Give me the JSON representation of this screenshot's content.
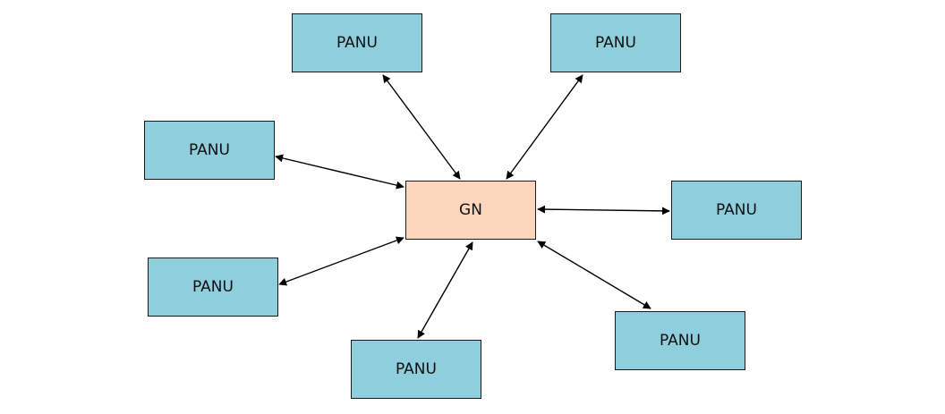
{
  "colors": {
    "panu_fill": "#8fcedd",
    "gn_fill": "#fbd6bd",
    "stroke": "#1a1a1a"
  },
  "diagram": {
    "hub": {
      "label": "GN"
    },
    "nodes": [
      {
        "id": "panu-top-left",
        "label": "PANU"
      },
      {
        "id": "panu-top-right",
        "label": "PANU"
      },
      {
        "id": "panu-mid-left",
        "label": "PANU"
      },
      {
        "id": "panu-right",
        "label": "PANU"
      },
      {
        "id": "panu-lower-left",
        "label": "PANU"
      },
      {
        "id": "panu-bottom",
        "label": "PANU"
      },
      {
        "id": "panu-lower-right",
        "label": "PANU"
      }
    ],
    "edges": [
      {
        "from": "gn",
        "to": "panu-top-left",
        "direction": "bidirectional"
      },
      {
        "from": "gn",
        "to": "panu-top-right",
        "direction": "bidirectional"
      },
      {
        "from": "gn",
        "to": "panu-mid-left",
        "direction": "bidirectional"
      },
      {
        "from": "gn",
        "to": "panu-right",
        "direction": "bidirectional"
      },
      {
        "from": "gn",
        "to": "panu-lower-left",
        "direction": "bidirectional"
      },
      {
        "from": "gn",
        "to": "panu-bottom",
        "direction": "bidirectional"
      },
      {
        "from": "gn",
        "to": "panu-lower-right",
        "direction": "bidirectional"
      }
    ]
  }
}
